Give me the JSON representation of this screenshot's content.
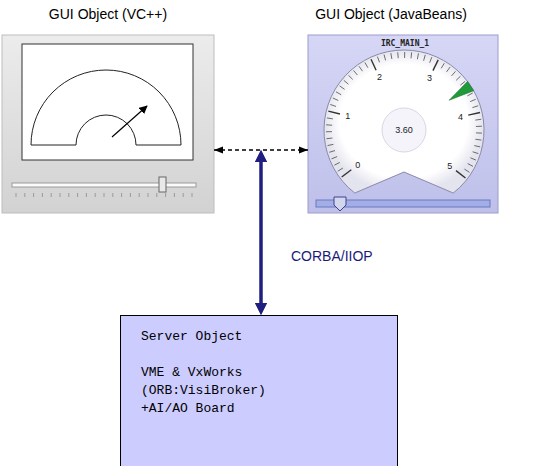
{
  "diagram": {
    "nodes": [
      {
        "text": [
          "GUI Object (VC++)"
        ]
      },
      {
        "text": [
          "GUI Object (JavaBeans)"
        ]
      },
      {
        "text": [
          "Server Object",
          "VME & VxWorks (ORB:VisiBroker) +AI/AO Board"
        ]
      }
    ],
    "edges": [
      {
        "from": 0,
        "to": 1,
        "arrow": "both"
      },
      {
        "from": 0,
        "to": 2,
        "arrow": "both",
        "label": "CORBA/IIOP"
      },
      {
        "from": 1,
        "to": 2,
        "arrow": "both"
      }
    ],
    "labels": [
      "IRC_MAIN_1",
      "0",
      "1",
      "2",
      "3",
      "4",
      "5",
      "3.60"
    ]
  }
}
